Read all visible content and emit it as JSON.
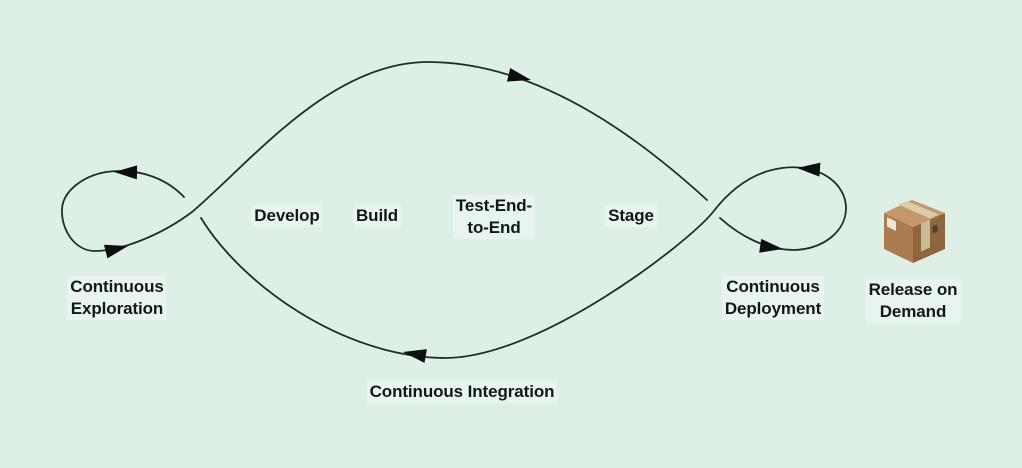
{
  "canvas": {
    "background_color": "#def0e6",
    "line_color": "#232d27",
    "arrow_color": "#0b100d",
    "text_color": "#131814",
    "label_bg_color": "rgba(240,249,244,0.55)"
  },
  "stages": {
    "develop": "Develop",
    "build": "Build",
    "test_end_to_end": {
      "line1": "Test-End-",
      "line2": "to-End"
    },
    "stage": "Stage"
  },
  "loops": {
    "continuous_exploration": {
      "line1": "Continuous",
      "line2": "Exploration"
    },
    "continuous_deployment": {
      "line1": "Continuous",
      "line2": "Deployment"
    },
    "continuous_integration": "Continuous Integration"
  },
  "release": {
    "label": {
      "line1": "Release on",
      "line2": "Demand"
    },
    "icon": "package-box-icon",
    "box_colors": {
      "top": "#c49869",
      "left": "#aa7c50",
      "right": "#8f6540",
      "tape": "#d9cdaa",
      "tape_side": "#c8bc95",
      "sticker": "#eae6dc",
      "mark": "#52402e"
    }
  }
}
